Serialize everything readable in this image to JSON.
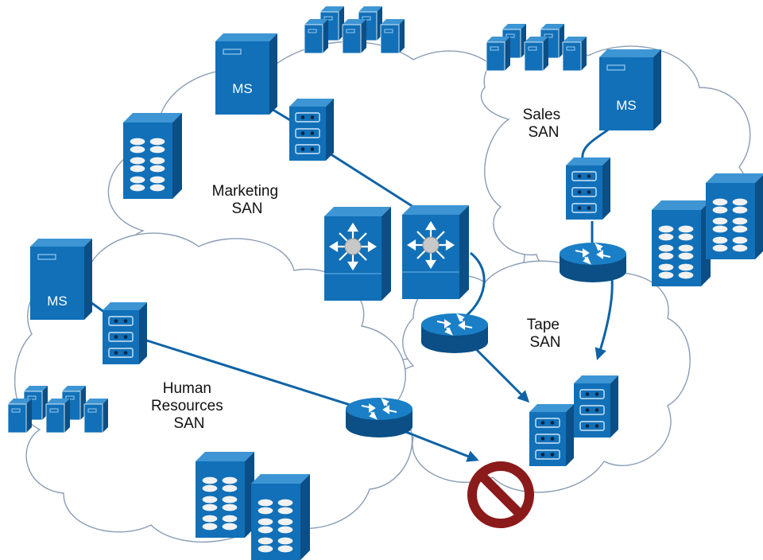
{
  "diagram": {
    "san_labels": {
      "marketing": [
        "Marketing",
        "SAN"
      ],
      "sales": [
        "Sales",
        "SAN"
      ],
      "tape": [
        "Tape",
        "SAN"
      ],
      "human_resources": [
        "Human",
        "Resources",
        "SAN"
      ]
    },
    "server_label": "MS",
    "icons": {
      "server": "tower-server-icon",
      "storage": "disk-array-icon",
      "disk_shelf": "tape-drive-shelf-icon",
      "host_cluster": "server-cluster-icon",
      "director": "fibre-channel-director-icon",
      "router": "router-icon",
      "blocked": "no-entry-icon"
    },
    "colors": {
      "device_front": "#1170b8",
      "device_side": "#0b4f86",
      "device_top": "#3d95d4",
      "link": "#0e63a6",
      "cloud_outline": "#8a9db5",
      "blocked": "#8b1a1a"
    }
  }
}
